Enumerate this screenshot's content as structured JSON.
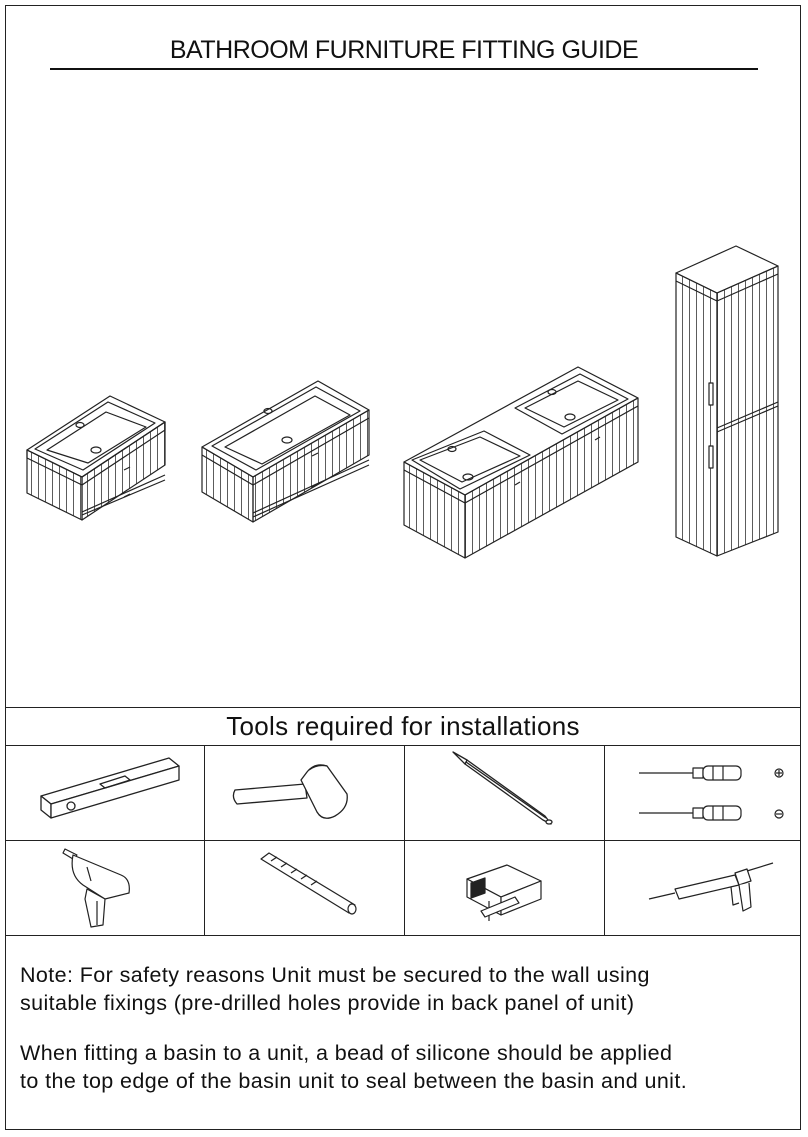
{
  "document": {
    "title": "BATHROOM FURNITURE FITTING GUIDE",
    "tools_title": "Tools required for installations",
    "tools": [
      {
        "icon": "spirit-level-icon"
      },
      {
        "icon": "mallet-icon"
      },
      {
        "icon": "pencil-icon"
      },
      {
        "icon": "screwdrivers-icon"
      },
      {
        "icon": "power-drill-icon"
      },
      {
        "icon": "drill-bit-icon"
      },
      {
        "icon": "tape-measure-icon"
      },
      {
        "icon": "silicone-gun-icon"
      }
    ],
    "notes": {
      "line1": "Note:  For safety reasons  Unit must be secured to the wall using",
      "line2": "suitable fixings (pre-drilled holes provide in back panel of unit)",
      "line3": "When fitting a basin to a unit, a bead of silicone should be applied",
      "line4": "to the top edge of the basin unit to seal between the basin and unit."
    },
    "colors": {
      "ink": "#111111",
      "paper": "#ffffff"
    }
  }
}
